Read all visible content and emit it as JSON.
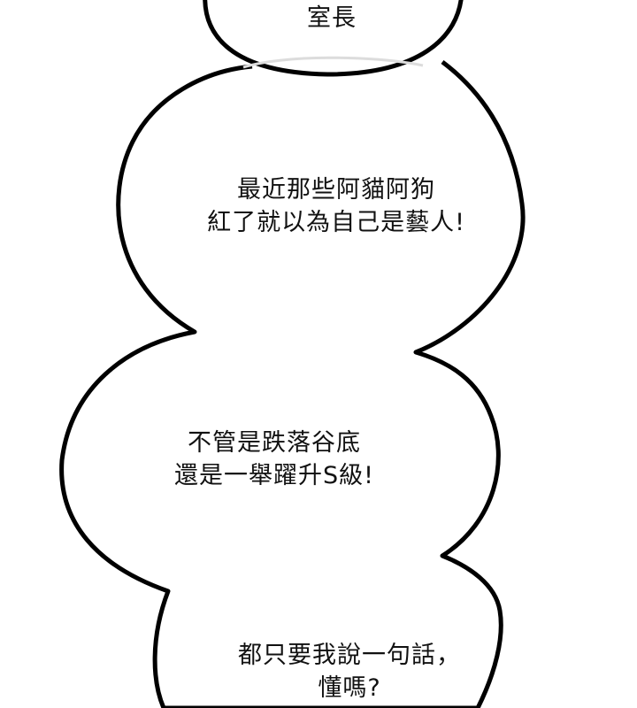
{
  "panel": {
    "background": "#ffffff",
    "outline_color": "#000000",
    "text_color": "#111111"
  },
  "bubbles": [
    {
      "lines": [
        "室長"
      ]
    },
    {
      "lines": [
        "最近那些阿貓阿狗",
        "紅了就以為自己是藝人!"
      ]
    },
    {
      "lines": [
        "不管是跌落谷底",
        "還是一舉躍升S級!"
      ]
    },
    {
      "lines": [
        "都只要我說一句話，",
        "懂嗎?"
      ]
    }
  ]
}
